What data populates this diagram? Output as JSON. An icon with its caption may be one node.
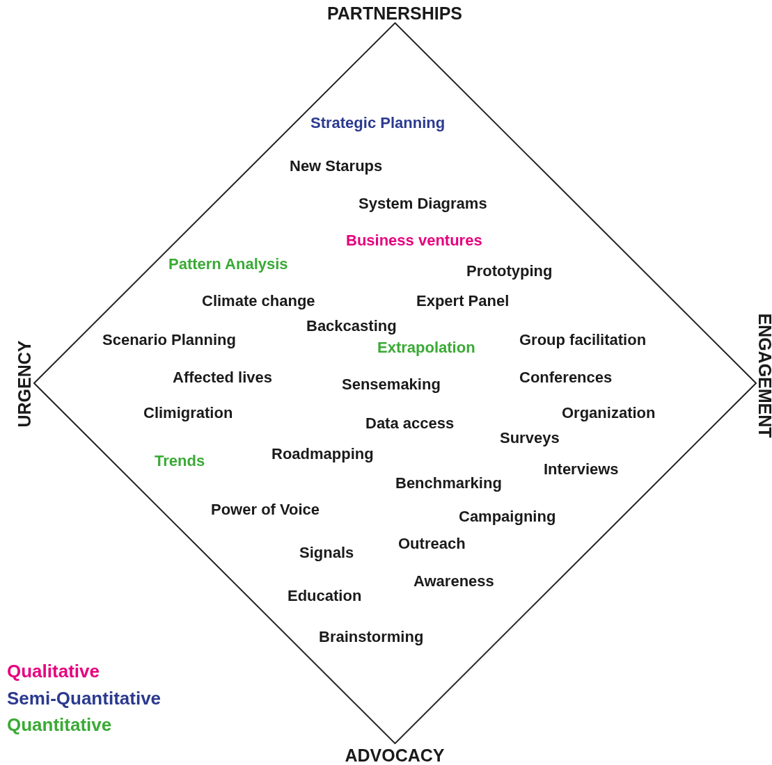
{
  "diagram": {
    "nodes": [
      {
        "text": [],
        "shape": "diamond"
      }
    ],
    "labels": [
      "PARTNERSHIPS",
      "URGENCY",
      "ENGAGEMENT",
      "Strategic Planning",
      "New Starups",
      "System Diagrams",
      "Business ventures",
      "Pattern Analysis",
      "Prototyping",
      "Climate change",
      "Expert Panel",
      "Backcasting",
      "Scenario Planning",
      "Extrapolation",
      "Group facilitation",
      "Affected lives",
      "Conferences",
      "Sensemaking",
      "Climigration",
      "Organization",
      "Data access",
      "Surveys",
      "Trends",
      "Roadmapping",
      "Interviews",
      "Benchmarking",
      "Power of Voice",
      "Campaigning",
      "Outreach",
      "Signals",
      "Awareness",
      "Education",
      "Brainstorming",
      "ADVOCACY"
    ],
    "legend": [
      {
        "text": "Qualitative",
        "color": "#e6007e"
      },
      {
        "text": "Semi-Quantitative",
        "color": "#2b3a8f"
      },
      {
        "text": "Quantitative",
        "color": "#3aaa35"
      }
    ]
  }
}
